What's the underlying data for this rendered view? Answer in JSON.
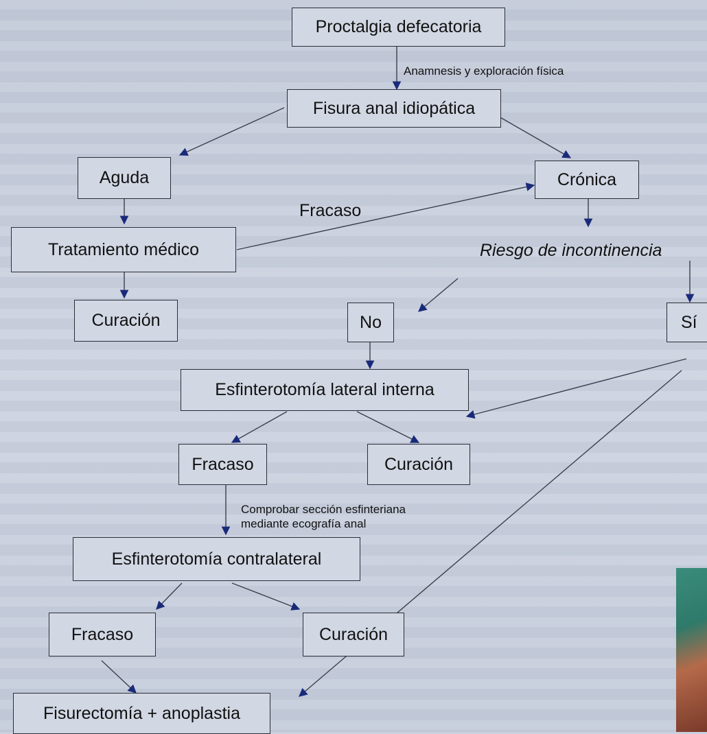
{
  "nodes": {
    "proctalgia": "Proctalgia defecatoria",
    "fisura": "Fisura anal idiopática",
    "aguda": "Aguda",
    "cronica": "Crónica",
    "tratamiento": "Tratamiento médico",
    "riesgo": "Riesgo de incontinencia",
    "curacion1": "Curación",
    "no": "No",
    "si": "Sí",
    "esfinterotomia": "Esfinterotomía lateral interna",
    "fracaso2": "Fracaso",
    "curacion2": "Curación",
    "contralateral": "Esfinterotomía contralateral",
    "fracaso3": "Fracaso",
    "curacion3": "Curación",
    "fisurectomia": "Fisurectomía + anoplastia"
  },
  "labels": {
    "anamnesis": "Anamnesis y exploración física",
    "fracaso_link": "Fracaso",
    "comprobar_line1": "Comprobar sección esfinteriana",
    "comprobar_line2": "mediante ecografía anal"
  },
  "colors": {
    "box_border": "#2a2d36",
    "arrow_line": "#3a3f4d",
    "arrow_head": "#1a2a7a"
  }
}
